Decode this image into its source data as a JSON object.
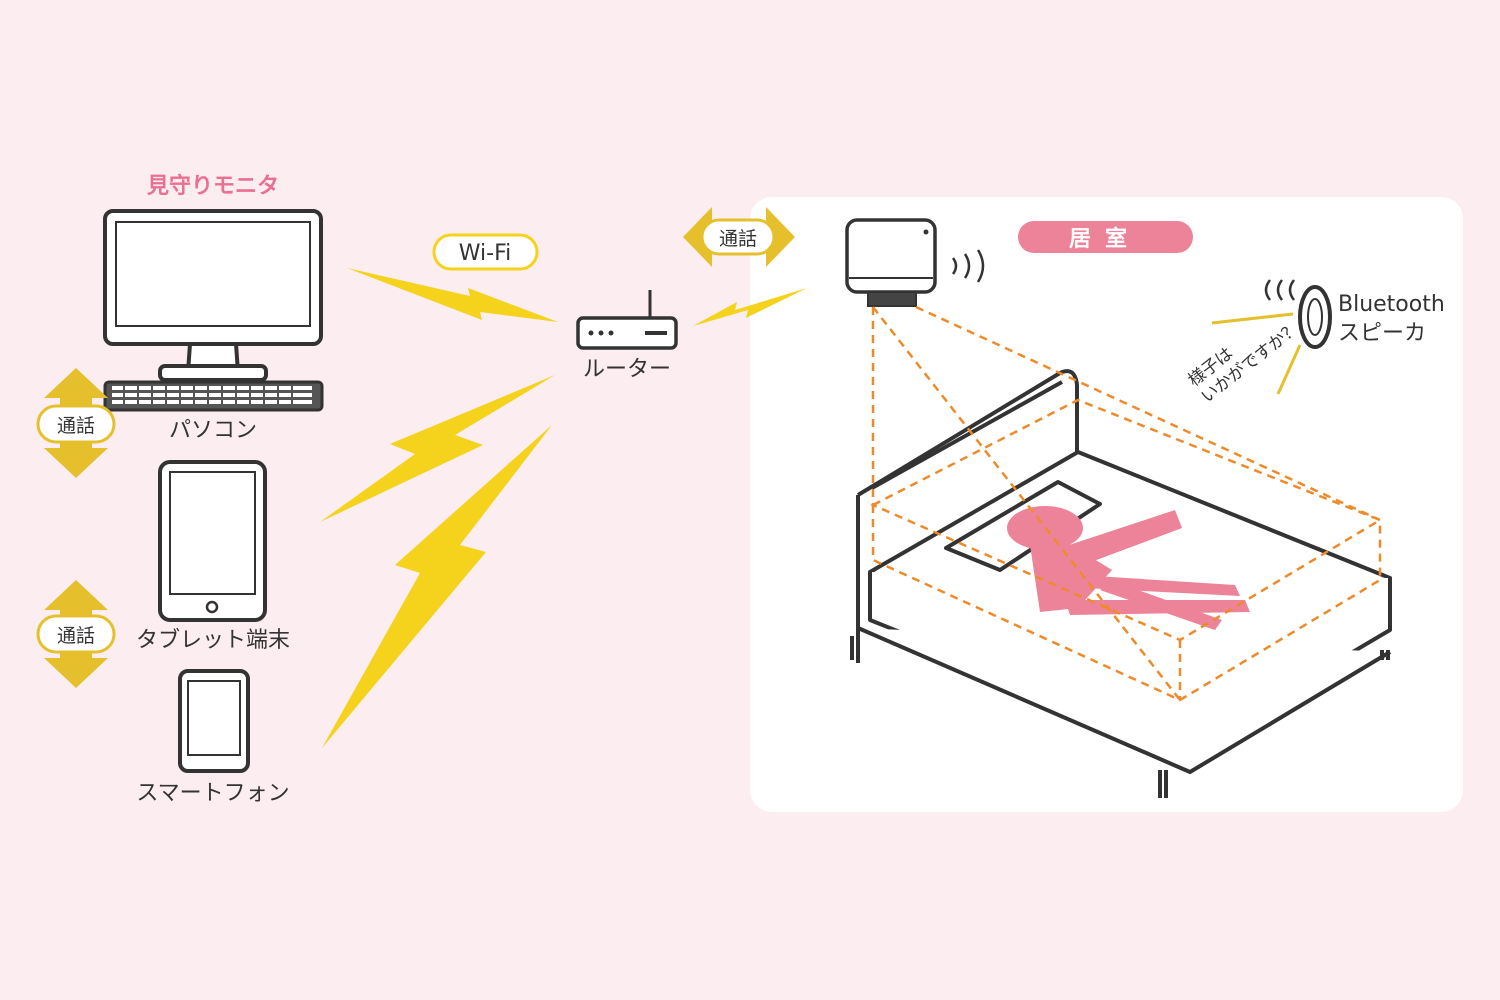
{
  "colors": {
    "background": "#fcedf0",
    "room_panel": "#ffffff",
    "accent_pink": "#ea6f92",
    "person_pink": "#ec8399",
    "lightning_yellow": "#f5d21c",
    "arrow_gold": "#e6c02c",
    "sensor_dashed": "#ee8a2a",
    "outline": "#333333"
  },
  "monitors": {
    "title": "見守りモニタ",
    "pc_label": "パソコン",
    "tablet_label": "タブレット端末",
    "phone_label": "スマートフォン"
  },
  "call_label": "通話",
  "wifi_label": "Wi-Fi",
  "router_label": "ルーター",
  "room": {
    "title": "居室",
    "speaker_label_line1": "Bluetooth",
    "speaker_label_line2": "スピーカ",
    "speech_line1": "様子は",
    "speech_line2": "いかがですか？"
  },
  "icons": {
    "monitor": "desktop-monitor-icon",
    "keyboard": "keyboard-icon",
    "tablet": "tablet-icon",
    "smartphone": "smartphone-icon",
    "router": "router-icon",
    "sensor": "sensor-device-icon",
    "speaker": "speaker-icon",
    "bed": "bed-icon",
    "person": "person-icon"
  }
}
